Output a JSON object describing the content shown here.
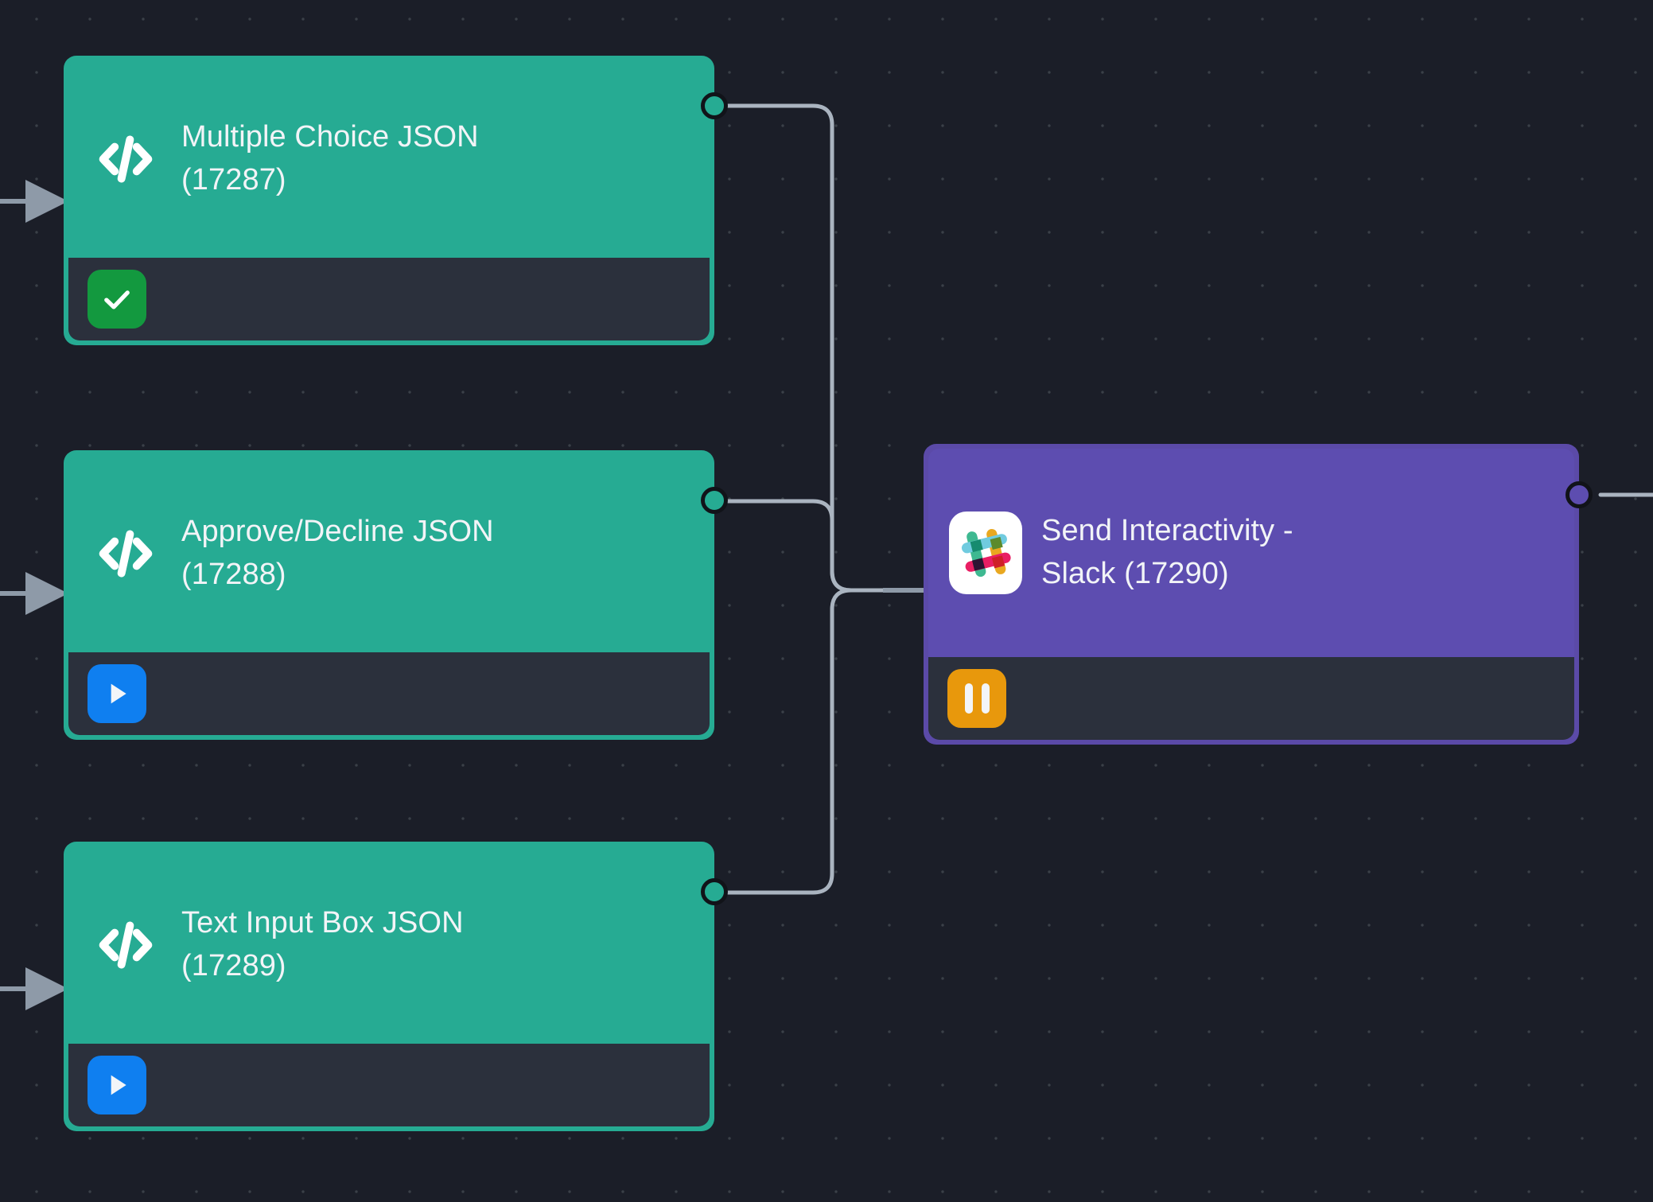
{
  "canvas": {
    "background_color": "#1b1e28",
    "grid_dot_color": "#3b4048",
    "wire_color": "#aab4c0",
    "arrow_color": "#8e9aa8"
  },
  "nodes": [
    {
      "id": "17287",
      "title": "Multiple Choice JSON\n(17287)",
      "icon": "code-brackets-icon",
      "header_color": "#26ab93",
      "footer_color": "#2b303c",
      "status": {
        "badge": "check-icon",
        "label": "success",
        "color": "#13993f"
      },
      "has_output_port": true,
      "has_input_arrow": true
    },
    {
      "id": "17288",
      "title": "Approve/Decline JSON\n(17288)",
      "icon": "code-brackets-icon",
      "header_color": "#26ab93",
      "footer_color": "#2b303c",
      "status": {
        "badge": "play-icon",
        "label": "run",
        "color": "#0f7ff0"
      },
      "has_output_port": true,
      "has_input_arrow": true
    },
    {
      "id": "17289",
      "title": "Text Input Box JSON\n(17289)",
      "icon": "code-brackets-icon",
      "header_color": "#26ab93",
      "footer_color": "#2b303c",
      "status": {
        "badge": "play-icon",
        "label": "run",
        "color": "#0f7ff0"
      },
      "has_output_port": true,
      "has_input_arrow": true
    },
    {
      "id": "17290",
      "title": "Send Interactivity -\nSlack (17290)",
      "icon": "slack-icon",
      "header_color": "#5d4db0",
      "footer_color": "#2b303c",
      "status": {
        "badge": "pause-icon",
        "label": "paused",
        "color": "#e8980c"
      },
      "has_output_port": true,
      "has_input_arrow": true
    }
  ],
  "connections": [
    {
      "from": "17287",
      "to": "17290"
    },
    {
      "from": "17288",
      "to": "17290"
    },
    {
      "from": "17289",
      "to": "17290"
    }
  ],
  "slack_logo_colors": {
    "green": "#3eb991",
    "cyan": "#70cbdf",
    "yellow": "#e9a820",
    "pink": "#e91e63",
    "green_dark": "#168b6f",
    "olive": "#5c8a2b",
    "red": "#cf2027",
    "plum": "#2d1433"
  }
}
